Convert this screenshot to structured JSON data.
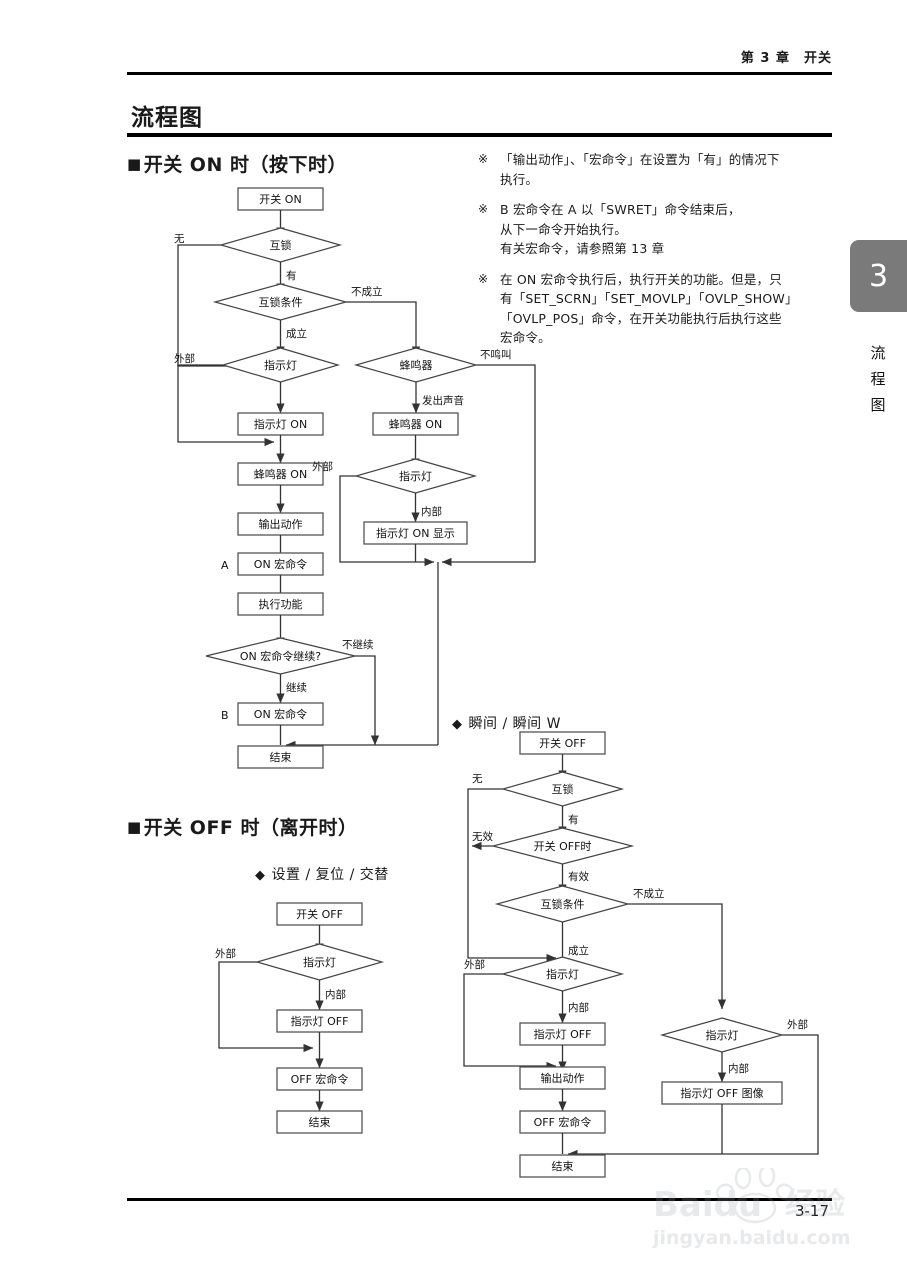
{
  "header": {
    "chapter": "第 3 章　开关"
  },
  "title": "流程图",
  "side_tab": {
    "number": "3",
    "label_chars": [
      "流",
      "程",
      "图"
    ]
  },
  "footer": {
    "page": "3-17"
  },
  "watermark": {
    "brand": "Baidu",
    "brand_cn": "经验",
    "url": "jingyan.baidu.com"
  },
  "sections": {
    "switch_on": {
      "heading": "开关 ON 时（按下时）",
      "marker": "■"
    },
    "switch_off": {
      "heading": "开关 OFF 时（离开时）",
      "marker": "■"
    },
    "sub_set_reset_alt": {
      "heading": "设置 / 复位 / 交替",
      "marker": "◆"
    },
    "sub_momentary": {
      "heading": "瞬间 / 瞬间 W",
      "marker": "◆"
    }
  },
  "notes": [
    {
      "star": "※",
      "lines": [
        "「输出动作」、「宏命令」在设置为「有」的情况下",
        "执行。"
      ]
    },
    {
      "star": "※",
      "lines": [
        "B 宏命令在 A 以「SWRET」命令结束后，",
        "从下一命令开始执行。",
        "有关宏命令，请参照第 13 章"
      ]
    },
    {
      "star": "※",
      "lines": [
        "在 ON 宏命令执行后，执行开关的功能。但是，只",
        "有「SET_SCRN」「SET_MOVLP」「OVLP_SHOW」",
        "「OVLP_POS」命令，在开关功能执行后执行这些",
        "宏命令。"
      ]
    }
  ],
  "flow_on": {
    "nodes": {
      "start": "开关 ON",
      "interlock": "互锁",
      "interlock_cond": "互锁条件",
      "lamp_left": "指示灯",
      "lamp_on": "指示灯 ON",
      "buzzer_on_left": "蜂鸣器 ON",
      "output_action": "输出动作",
      "on_macro_a": "ON 宏命令",
      "exec_func": "执行功能",
      "macro_continue": "ON 宏命令继续?",
      "on_macro_b": "ON 宏命令",
      "end": "结束",
      "buzzer": "蜂鸣器",
      "buzzer_on_right": "蜂鸣器 ON",
      "lamp_right": "指示灯",
      "lamp_on_disp": "指示灯 ON 显示"
    },
    "edges": {
      "none": "无",
      "has": "有",
      "valid": "成立",
      "invalid": "不成立",
      "external": "外部",
      "internal": "内部",
      "no_sound": "不鸣叫",
      "make_sound": "发出声音",
      "not_continue": "不继续",
      "continue": "继续"
    },
    "markers": {
      "a": "A",
      "b": "B"
    }
  },
  "flow_off_set": {
    "nodes": {
      "start": "开关 OFF",
      "lamp": "指示灯",
      "lamp_off": "指示灯 OFF",
      "off_macro": "OFF 宏命令",
      "end": "结束"
    },
    "edges": {
      "external": "外部",
      "internal": "内部"
    }
  },
  "flow_off_momentary": {
    "nodes": {
      "start": "开关 OFF",
      "interlock": "互锁",
      "switch_off_time": "开关 OFF时",
      "interlock_cond": "互锁条件",
      "lamp": "指示灯",
      "lamp_off": "指示灯 OFF",
      "output_action": "输出动作",
      "off_macro": "OFF 宏命令",
      "end": "结束",
      "lamp_right": "指示灯",
      "lamp_off_img": "指示灯 OFF 图像"
    },
    "edges": {
      "none": "无",
      "has": "有",
      "ineffective": "无效",
      "effective": "有效",
      "valid": "成立",
      "invalid": "不成立",
      "external": "外部",
      "internal": "内部"
    }
  }
}
